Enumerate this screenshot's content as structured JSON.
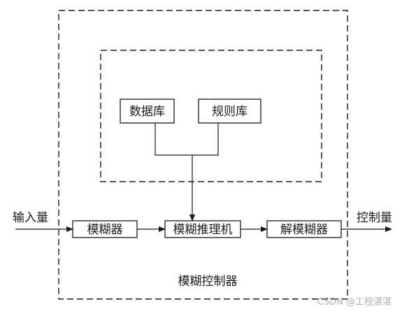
{
  "diagram": {
    "database": "数据库",
    "rule_base": "规则库",
    "fuzzifier": "模糊器",
    "inference_engine": "模糊推理机",
    "defuzzifier": "解模糊器",
    "controller": "模糊控制器",
    "input": "输入量",
    "output": "控制量"
  },
  "watermark": "CSDN @工程湛湛"
}
